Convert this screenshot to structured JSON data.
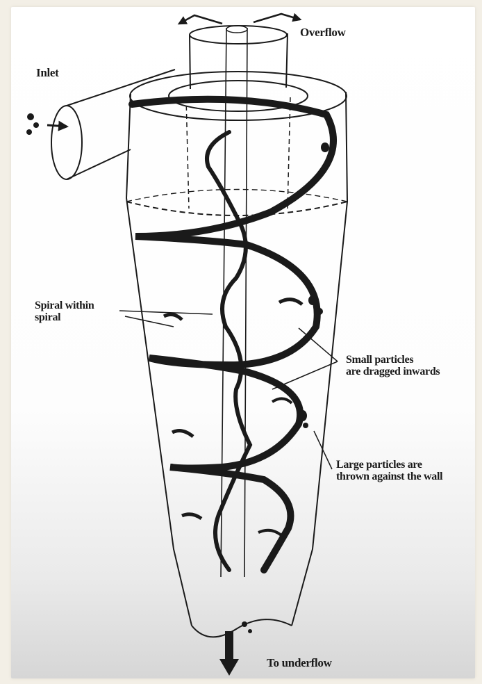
{
  "diagram": {
    "labels": {
      "overflow": "Overflow",
      "inlet": "Inlet",
      "spiral_line1": "Spiral within",
      "spiral_line2": "spiral",
      "small_line1": "Small particles",
      "small_line2": "are dragged inwards",
      "large_line1": "Large particles are",
      "large_line2": "thrown against the wall",
      "underflow": "To underflow"
    },
    "colors": {
      "ink": "#1a1a1a",
      "paper": "#ffffff",
      "frame": "#f3efe6"
    }
  }
}
